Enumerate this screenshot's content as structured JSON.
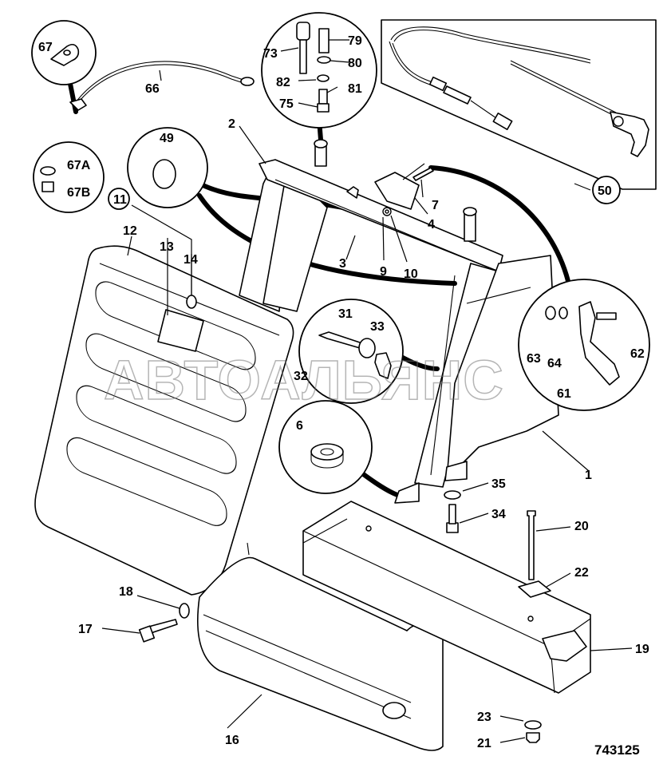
{
  "labels": {
    "l1": "1",
    "l2": "2",
    "l3": "3",
    "l4": "4",
    "l6": "6",
    "l7": "7",
    "l9": "9",
    "l10": "10",
    "l11": "11",
    "l12": "12",
    "l13": "13",
    "l14": "14",
    "l16": "16",
    "l17": "17",
    "l18": "18",
    "l19": "19",
    "l20": "20",
    "l21": "21",
    "l22": "22",
    "l23": "23",
    "l31": "31",
    "l32": "32",
    "l33": "33",
    "l34": "34",
    "l35": "35",
    "l49": "49",
    "l50": "50",
    "l61": "61",
    "l62": "62",
    "l63": "63",
    "l64": "64",
    "l66": "66",
    "l67": "67",
    "l67a": "67A",
    "l67b": "67B",
    "l73": "73",
    "l75": "75",
    "l79": "79",
    "l80": "80",
    "l81": "81",
    "l82": "82"
  },
  "watermark": "АВТОАЛЬЯНС",
  "drawing_number": "743125"
}
